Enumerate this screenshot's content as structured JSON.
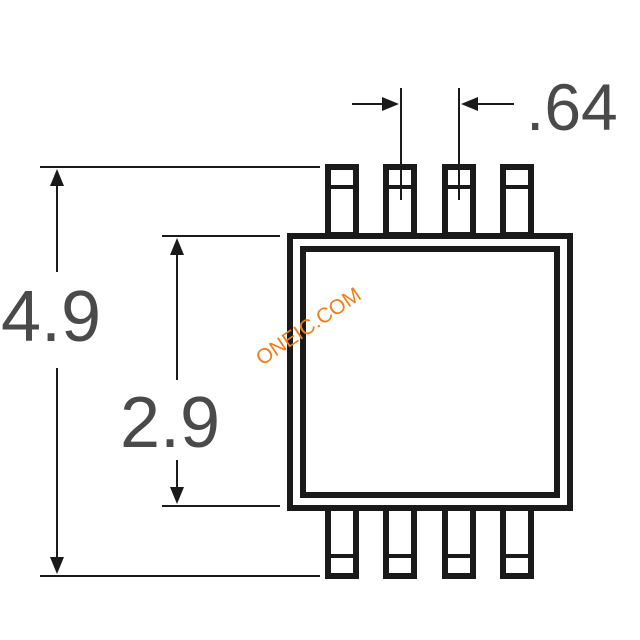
{
  "diagram": {
    "dimensions": {
      "pitch": ".64",
      "package_width": "4.9",
      "body_width": "2.9"
    },
    "watermark": "ONEIC.COM",
    "colors": {
      "line": "#1a1a1a",
      "dimension_text": "#4a4a4a",
      "watermark": "#f07d1a",
      "background": "#ffffff"
    }
  }
}
